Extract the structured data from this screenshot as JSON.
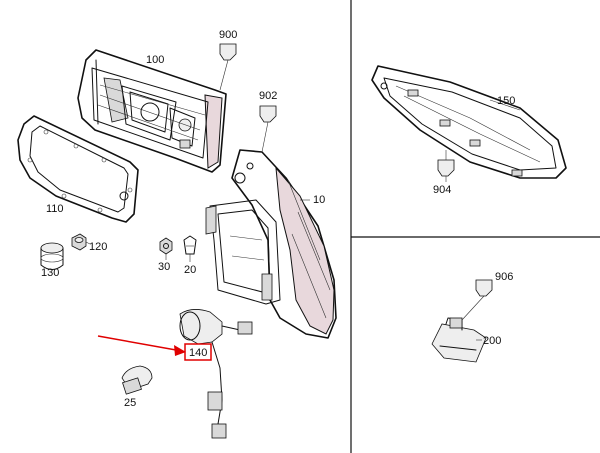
{
  "diagram": {
    "highlight_color": "#e00000",
    "parts": [
      {
        "id": "part-10",
        "number": "10"
      },
      {
        "id": "part-20",
        "number": "20"
      },
      {
        "id": "part-25",
        "number": "25"
      },
      {
        "id": "part-30",
        "number": "30"
      },
      {
        "id": "part-100",
        "number": "100"
      },
      {
        "id": "part-110",
        "number": "110"
      },
      {
        "id": "part-120",
        "number": "120"
      },
      {
        "id": "part-130",
        "number": "130"
      },
      {
        "id": "part-140",
        "number": "140",
        "highlighted": true
      },
      {
        "id": "part-150",
        "number": "150"
      },
      {
        "id": "part-200",
        "number": "200"
      },
      {
        "id": "part-900",
        "number": "900"
      },
      {
        "id": "part-902",
        "number": "902"
      },
      {
        "id": "part-904",
        "number": "904"
      },
      {
        "id": "part-906",
        "number": "906"
      }
    ]
  }
}
